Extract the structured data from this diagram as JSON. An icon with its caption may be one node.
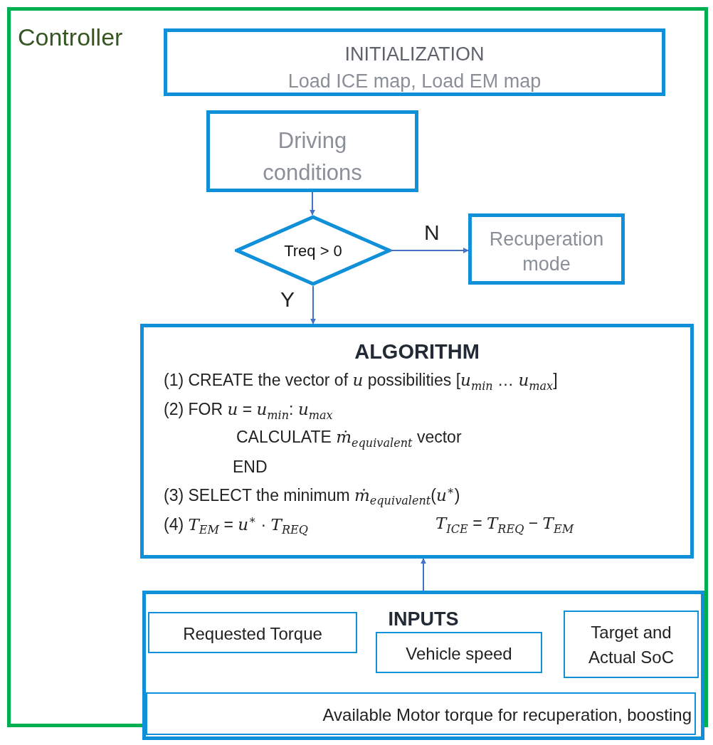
{
  "diagram": {
    "nodes": [
      {
        "text": [
          "Controller"
        ]
      },
      {
        "text": [
          "INITIALIZATION",
          "Load ICE map, Load EM map"
        ],
        "in": 0
      },
      {
        "text": [
          "Driving conditions"
        ],
        "in": 0
      },
      {
        "text": [
          "Treq > 0"
        ],
        "in": 0
      },
      {
        "text": [
          "Recuperation mode"
        ],
        "in": 0
      },
      {
        "text": [
          "ALGORITHM",
          "(1) CREATE the vector of *u* possibilities [*u*$_{min}$ … *u*$_{max}$]",
          "(2) FOR *u* = *u*$_{min}$: *u*$_{max}$",
          "CALCULATE *ṁ*$_{equivalent}$ vector",
          "END",
          "(3) SELECT the minimum *ṁ*$_{equivalent}$(*u*$^{∗}$)",
          "(4) *T*$_{EM}$ = *u*$^{∗}$ · *T*$_{REQ}$",
          "*T*$_{ICE}$ = *T*$_{REQ}$ − *T*$_{EM}$"
        ],
        "in": 0
      },
      {
        "text": [
          "INPUTS"
        ],
        "in": 0
      },
      {
        "text": [
          "Requested Torque"
        ],
        "in": 6
      },
      {
        "text": [
          "Vehicle speed"
        ],
        "in": 6
      },
      {
        "text": [
          "Target and Actual SoC"
        ],
        "in": 6
      },
      {
        "text": [
          "Available Motor torque for recuperation, boosting"
        ],
        "in": 6
      }
    ],
    "edges": [
      {
        "from": 2,
        "to": 3,
        "arrow": "to"
      },
      {
        "from": 3,
        "to": 4,
        "arrow": "to",
        "label": "N"
      },
      {
        "from": 3,
        "to": 5,
        "arrow": "to",
        "label": "Y"
      },
      {
        "from": 6,
        "to": 5,
        "arrow": "to"
      }
    ]
  }
}
